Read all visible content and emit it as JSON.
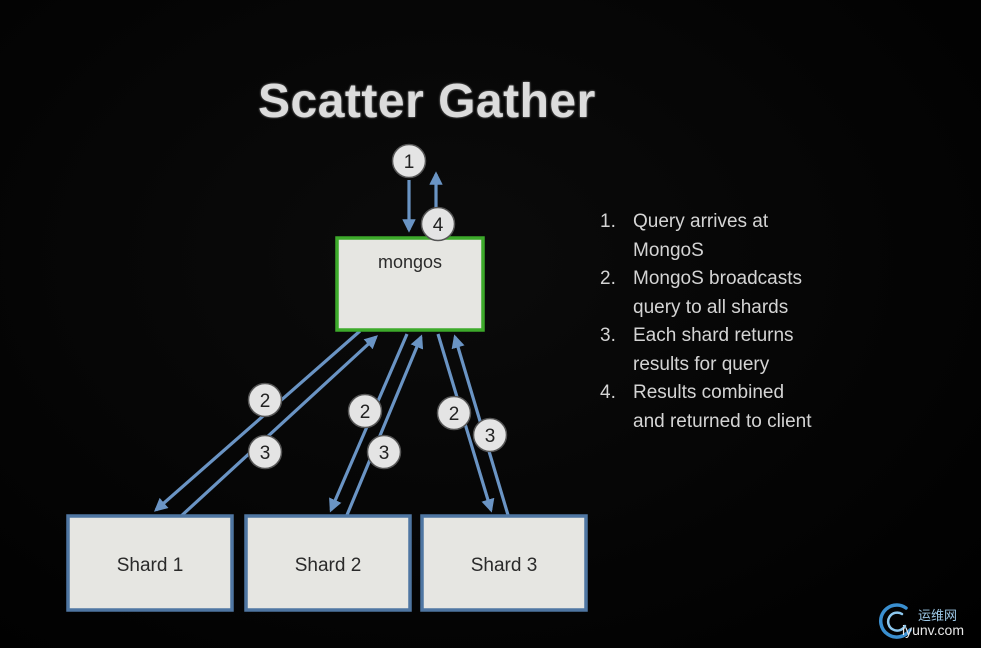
{
  "title": "Scatter Gather",
  "nodes": {
    "router": {
      "label": "mongos",
      "border_color": "#3daa2b"
    },
    "shards": [
      {
        "label": "Shard 1"
      },
      {
        "label": "Shard 2"
      },
      {
        "label": "Shard 3"
      }
    ],
    "shard_border_color": "#4f76a2",
    "box_fill": "#e6e6e2"
  },
  "badges": {
    "client_in": "1",
    "client_out": "4",
    "shard1_out": "2",
    "shard1_in": "3",
    "shard2_out": "2",
    "shard2_in": "3",
    "shard3_out": "2",
    "shard3_in": "3"
  },
  "arrow_color": "#6a94c4",
  "steps": [
    {
      "num": "1.",
      "lines": [
        "Query arrives at",
        "MongoS"
      ]
    },
    {
      "num": "2.",
      "lines": [
        "MongoS broadcasts",
        "query to all shards"
      ]
    },
    {
      "num": "3.",
      "lines": [
        "Each shard returns",
        "results for query"
      ]
    },
    {
      "num": "4.",
      "lines": [
        "Results combined",
        "and returned to client"
      ]
    }
  ],
  "watermark": {
    "cn": "运维网",
    "en": "iyunv.com"
  }
}
